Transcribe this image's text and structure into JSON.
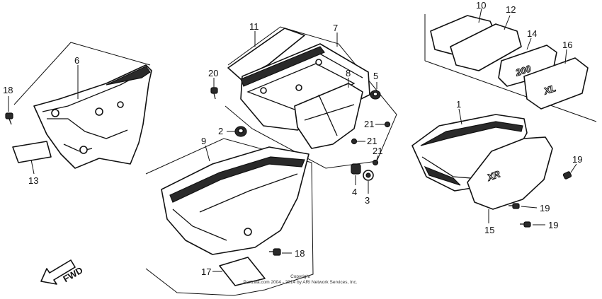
{
  "callouts": {
    "c1": "1",
    "c2": "2",
    "c3": "3",
    "c4": "4",
    "c5": "5",
    "c6": "6",
    "c7": "7",
    "c8": "8",
    "c9": "9",
    "c10": "10",
    "c11": "11",
    "c12": "12",
    "c13": "13",
    "c14": "14",
    "c15": "15",
    "c16": "16",
    "c17": "17",
    "c18a": "18",
    "c18b": "18",
    "c19a": "19",
    "c19b": "19",
    "c19c": "19",
    "c20": "20",
    "c21a": "21",
    "c21b": "21",
    "c21c": "21"
  },
  "emblems": {
    "badge_200": "200",
    "badge_xl": "XL",
    "badge_xr": "XR"
  },
  "direction_label": "FWD",
  "copyright": {
    "line1": "Copyright",
    "line2": "Partzilla.com 2004 - 2014 by ARI Network Services, Inc."
  }
}
